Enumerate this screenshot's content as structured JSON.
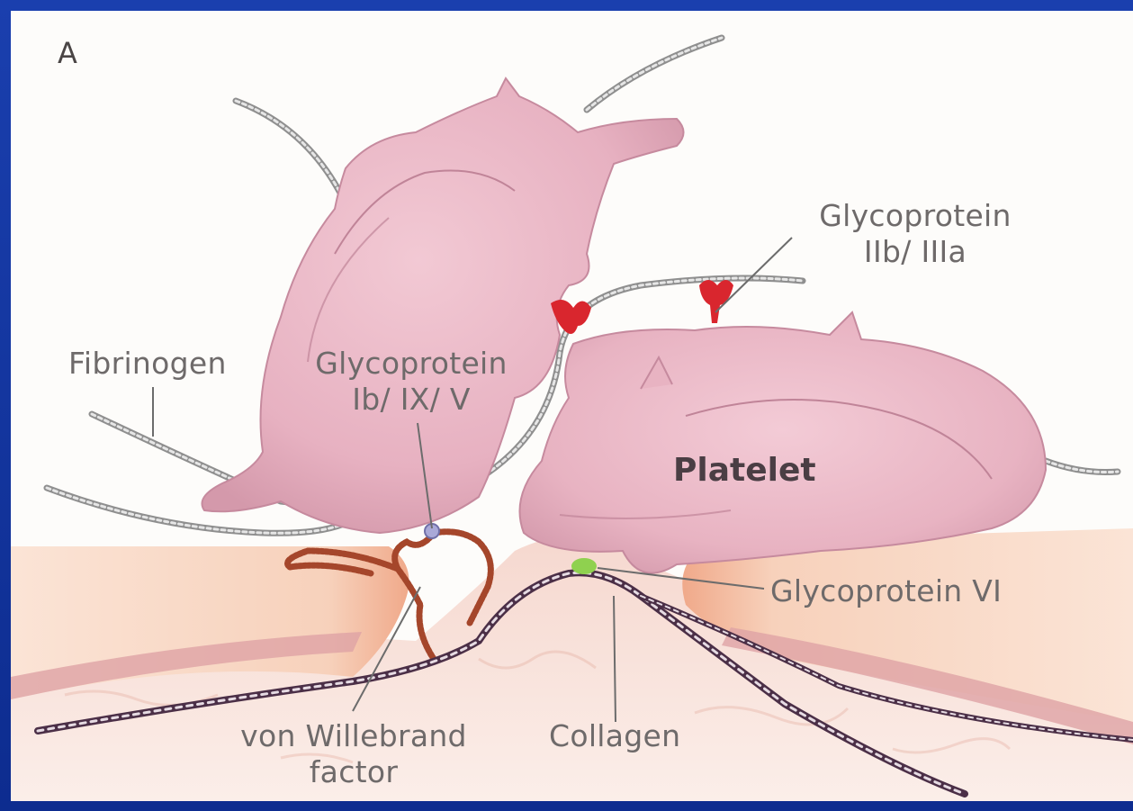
{
  "figure": {
    "panel_letter": "A",
    "labels": {
      "platelet": "Platelet",
      "fibrinogen": "Fibrinogen",
      "gp_ib_ix_v_line1": "Glycoprotein",
      "gp_ib_ix_v_line2": "Ib/ IX/ V",
      "gp_iib_iiia_line1": "Glycoprotein",
      "gp_iib_iiia_line2": "IIb/ IIIa",
      "gp_vi": "Glycoprotein VI",
      "vwf_line1": "von Willebrand",
      "vwf_line2": "factor",
      "collagen": "Collagen"
    },
    "colors": {
      "frame": "#0d2c8f",
      "platelet_fill": "#e8b6c4",
      "platelet_edge": "#c88ea0",
      "vessel_wall": "#f3c9b1",
      "fibrinogen": "#9a9a9a",
      "gp_iib_iiia": "#d9262e",
      "gp_vi": "#8fd14f",
      "vwf": "#a3462a",
      "collagen": "#4a3048"
    }
  }
}
